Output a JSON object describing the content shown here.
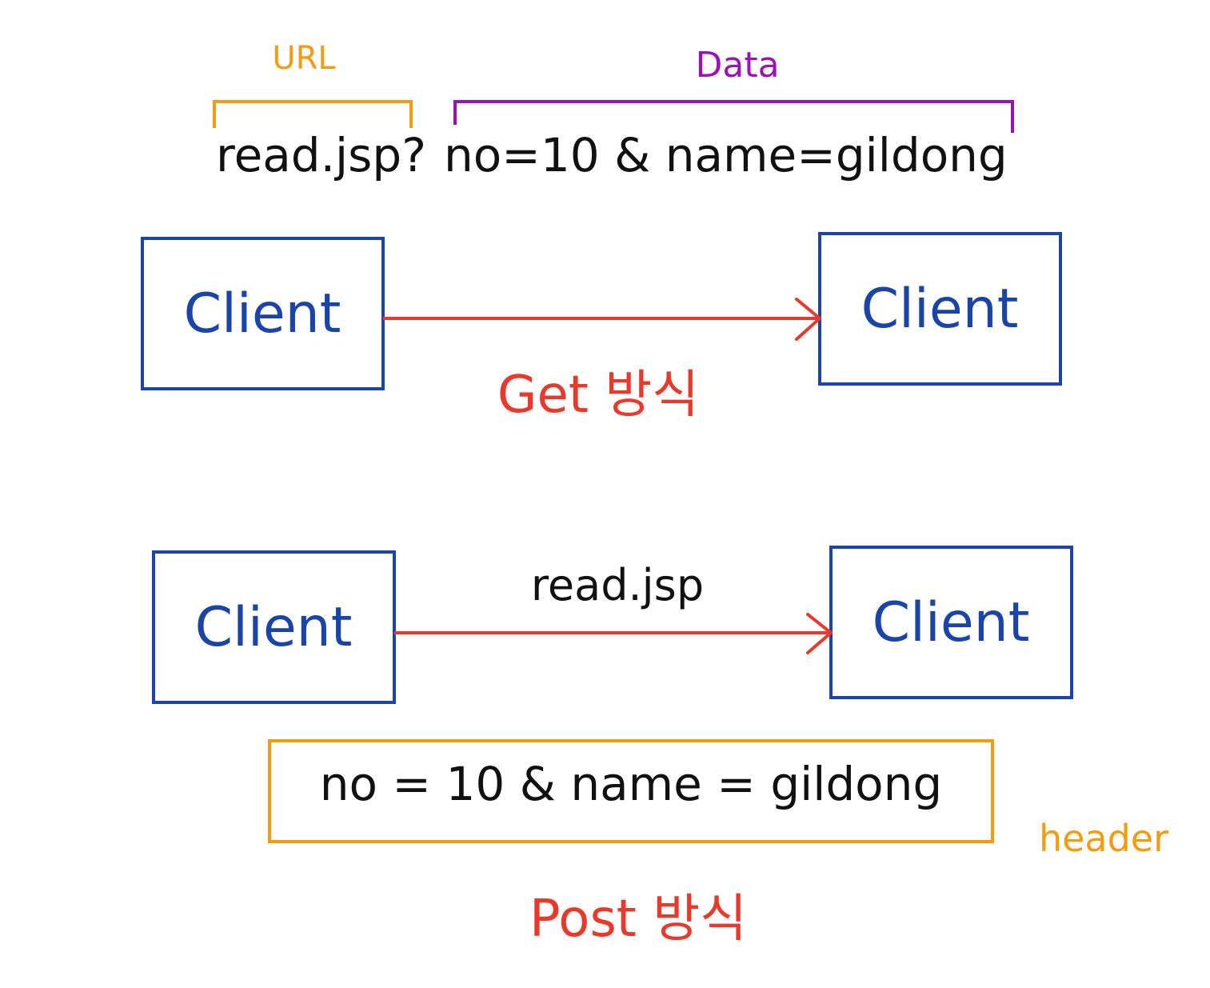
{
  "get_section": {
    "url_label": "URL",
    "data_label": "Data",
    "url_text": "read.jsp?",
    "data_text": "no=10 & name=gildong",
    "left_box_label": "Client",
    "right_box_label": "Client",
    "method_label": "Get 방식"
  },
  "post_section": {
    "arrow_label": "read.jsp",
    "left_box_label": "Client",
    "right_box_label": "Client",
    "body_text": "no = 10 & name = gildong",
    "header_label": "header",
    "method_label": "Post 방식"
  },
  "colors": {
    "box_stroke": "#1a44a8",
    "arrow": "#e83a2c",
    "url_bracket": "#f39c12",
    "data_bracket": "#9b12b8",
    "body_box": "#f39c12"
  }
}
